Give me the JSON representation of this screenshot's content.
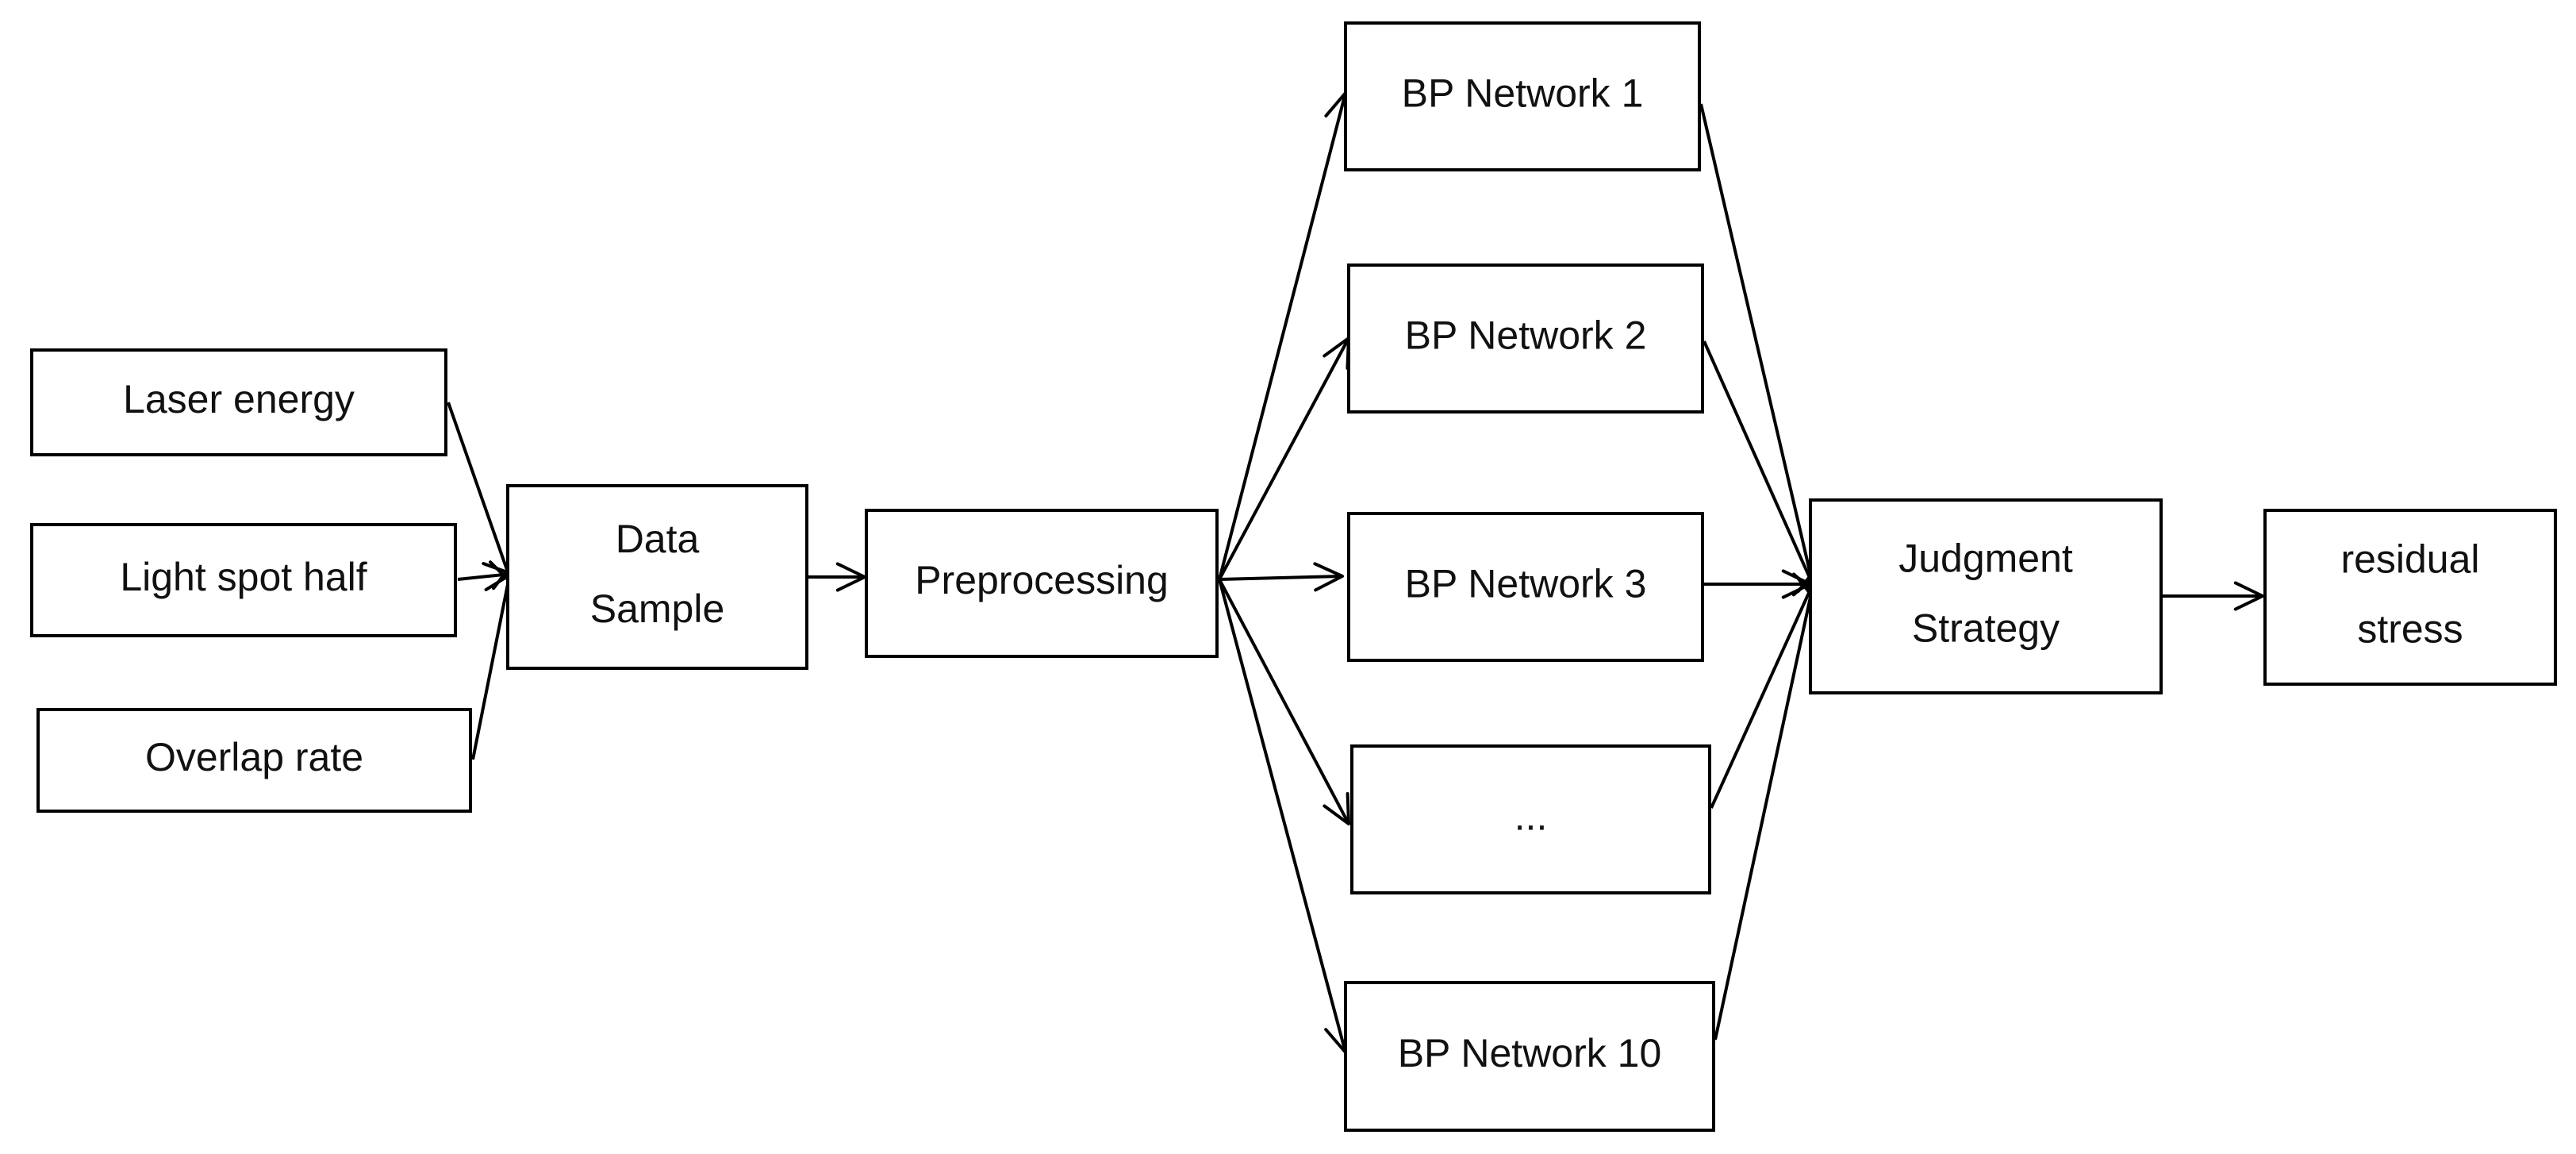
{
  "nodes": [
    {
      "id": "laser_energy",
      "lines": [
        "Laser energy"
      ]
    },
    {
      "id": "light_spot_half",
      "lines": [
        "Light spot half"
      ]
    },
    {
      "id": "overlap_rate",
      "lines": [
        "Overlap rate"
      ]
    },
    {
      "id": "data_sample",
      "lines": [
        "Data",
        "Sample"
      ]
    },
    {
      "id": "preprocessing",
      "lines": [
        "Preprocessing"
      ]
    },
    {
      "id": "bp_network_1",
      "lines": [
        "BP Network 1"
      ]
    },
    {
      "id": "bp_network_2",
      "lines": [
        "BP Network 2"
      ]
    },
    {
      "id": "bp_network_3",
      "lines": [
        "BP Network 3"
      ]
    },
    {
      "id": "ellipsis",
      "lines": [
        "..."
      ]
    },
    {
      "id": "bp_network_10",
      "lines": [
        "BP Network 10"
      ]
    },
    {
      "id": "judgment_strategy",
      "lines": [
        "Judgment",
        "Strategy"
      ]
    },
    {
      "id": "residual_stress",
      "lines": [
        "residual",
        "stress"
      ]
    }
  ],
  "edges": [
    {
      "from": "laser_energy",
      "to": "data_sample"
    },
    {
      "from": "light_spot_half",
      "to": "data_sample"
    },
    {
      "from": "overlap_rate",
      "to": "data_sample"
    },
    {
      "from": "data_sample",
      "to": "preprocessing"
    },
    {
      "from": "preprocessing",
      "to": "bp_network_1"
    },
    {
      "from": "preprocessing",
      "to": "bp_network_2"
    },
    {
      "from": "preprocessing",
      "to": "bp_network_3"
    },
    {
      "from": "preprocessing",
      "to": "ellipsis"
    },
    {
      "from": "preprocessing",
      "to": "bp_network_10"
    },
    {
      "from": "bp_network_1",
      "to": "judgment_strategy"
    },
    {
      "from": "bp_network_2",
      "to": "judgment_strategy"
    },
    {
      "from": "bp_network_3",
      "to": "judgment_strategy"
    },
    {
      "from": "ellipsis",
      "to": "judgment_strategy"
    },
    {
      "from": "bp_network_10",
      "to": "judgment_strategy"
    },
    {
      "from": "judgment_strategy",
      "to": "residual_stress"
    }
  ]
}
